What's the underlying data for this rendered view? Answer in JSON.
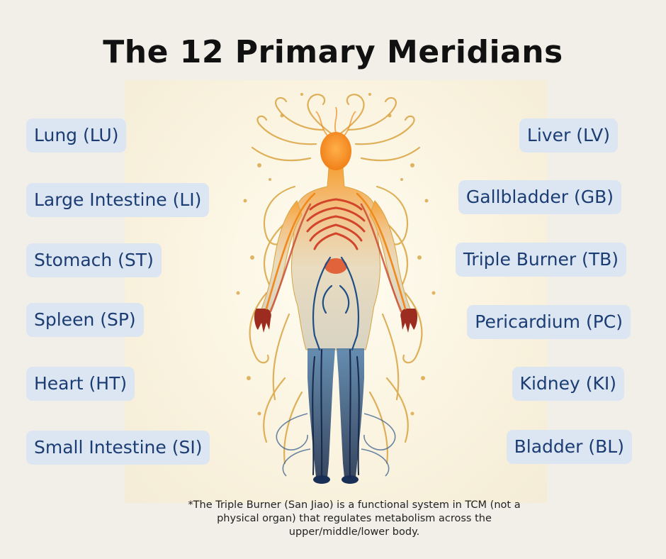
{
  "title": "The 12 Primary Meridians",
  "left_labels": [
    "Lung (LU)",
    "Large Intestine (LI)",
    "Stomach (ST)",
    "Spleen (SP)",
    "Heart (HT)",
    "Small Intestine (SI)"
  ],
  "right_labels": [
    "Liver (LV)",
    "Gallbladder (GB)",
    "Triple Burner (TB)",
    "Pericardium (PC)",
    "Kidney (KI)",
    "Bladder (BL)"
  ],
  "footnote": "*The Triple Burner (San Jiao) is a functional system in TCM (not a physical organ) that regulates metabolism across the upper/middle/lower body.",
  "colors": {
    "background": "#f1efe7",
    "label_bg": "#dce6f2",
    "label_text": "#1b3d73",
    "flame_orange": "#f08a1c",
    "meridian_blue": "#1f4e86",
    "ornament_gold": "#d9a441"
  },
  "illustration": "human-figure-meridians"
}
